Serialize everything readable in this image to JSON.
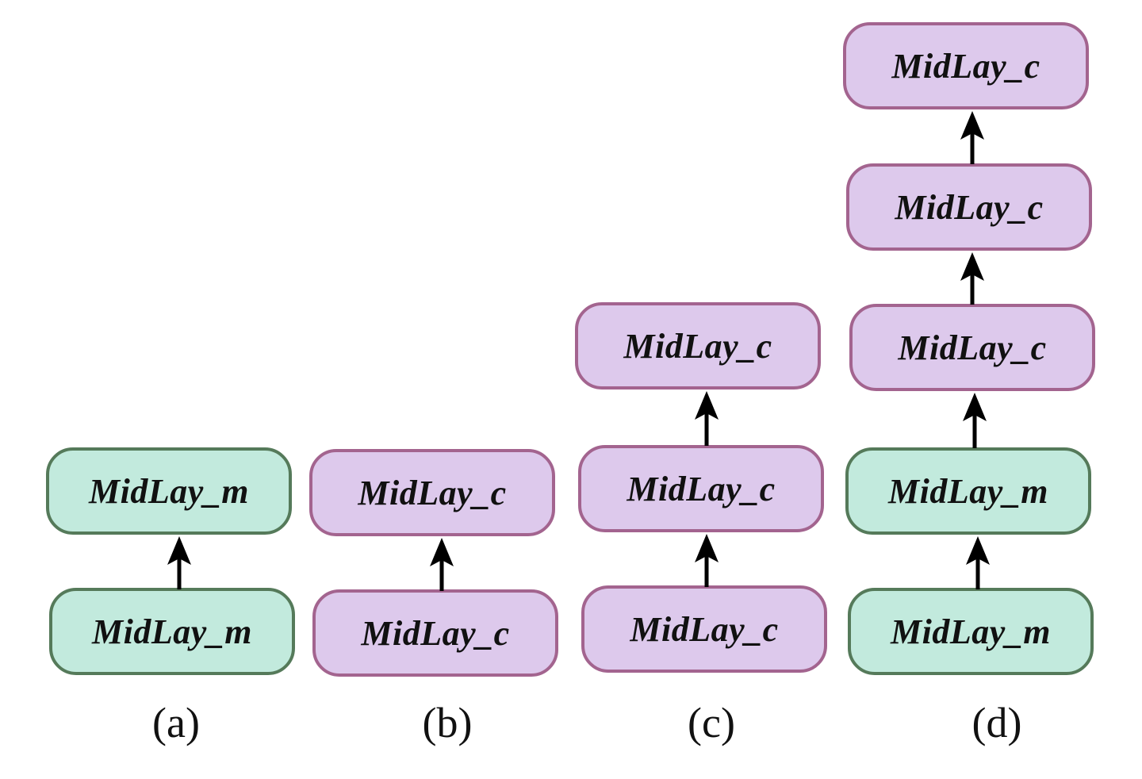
{
  "colors": {
    "m_fill": "#c2eadd",
    "m_border": "#557a5a",
    "c_fill": "#ddc9ec",
    "c_border": "#a3648f",
    "arrow": "#000000"
  },
  "panels": [
    {
      "label": "(a)",
      "nodes": [
        {
          "text": "MidLay_m",
          "type": "m"
        },
        {
          "text": "MidLay_m",
          "type": "m"
        }
      ]
    },
    {
      "label": "(b)",
      "nodes": [
        {
          "text": "MidLay_c",
          "type": "c"
        },
        {
          "text": "MidLay_c",
          "type": "c"
        }
      ]
    },
    {
      "label": "(c)",
      "nodes": [
        {
          "text": "MidLay_c",
          "type": "c"
        },
        {
          "text": "MidLay_c",
          "type": "c"
        },
        {
          "text": "MidLay_c",
          "type": "c"
        }
      ]
    },
    {
      "label": "(d)",
      "nodes": [
        {
          "text": "MidLay_m",
          "type": "m"
        },
        {
          "text": "MidLay_m",
          "type": "m"
        },
        {
          "text": "MidLay_c",
          "type": "c"
        },
        {
          "text": "MidLay_c",
          "type": "c"
        },
        {
          "text": "MidLay_c",
          "type": "c"
        }
      ]
    }
  ]
}
